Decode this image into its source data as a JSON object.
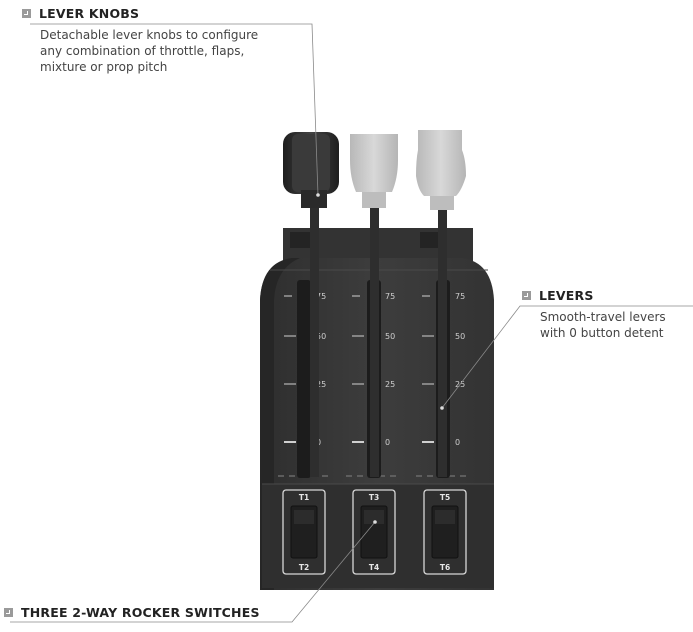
{
  "callouts": {
    "lever_knobs": {
      "title": "LEVER KNOBS",
      "description": [
        "Detachable lever knobs to configure",
        "any combination of throttle, flaps,",
        "mixture or prop pitch"
      ]
    },
    "levers": {
      "title": "LEVERS",
      "description": [
        "Smooth-travel levers",
        "with 0 button detent"
      ]
    },
    "rockers": {
      "title": "THREE 2-WAY ROCKER SWITCHES"
    }
  },
  "scale": {
    "left": [
      "75",
      "50",
      "25",
      "0"
    ],
    "middle": [
      "75",
      "50",
      "25",
      "0"
    ],
    "right": [
      "75",
      "50",
      "25",
      "0"
    ]
  },
  "switches": [
    {
      "top": "T1",
      "bottom": "T2"
    },
    {
      "top": "T3",
      "bottom": "T4"
    },
    {
      "top": "T5",
      "bottom": "T6"
    }
  ],
  "colors": {
    "body": "#3a3a3a",
    "knob_dark": "#2b2b2b",
    "knob_light": "#c9c9c9",
    "leader": "#8a8a8a"
  }
}
